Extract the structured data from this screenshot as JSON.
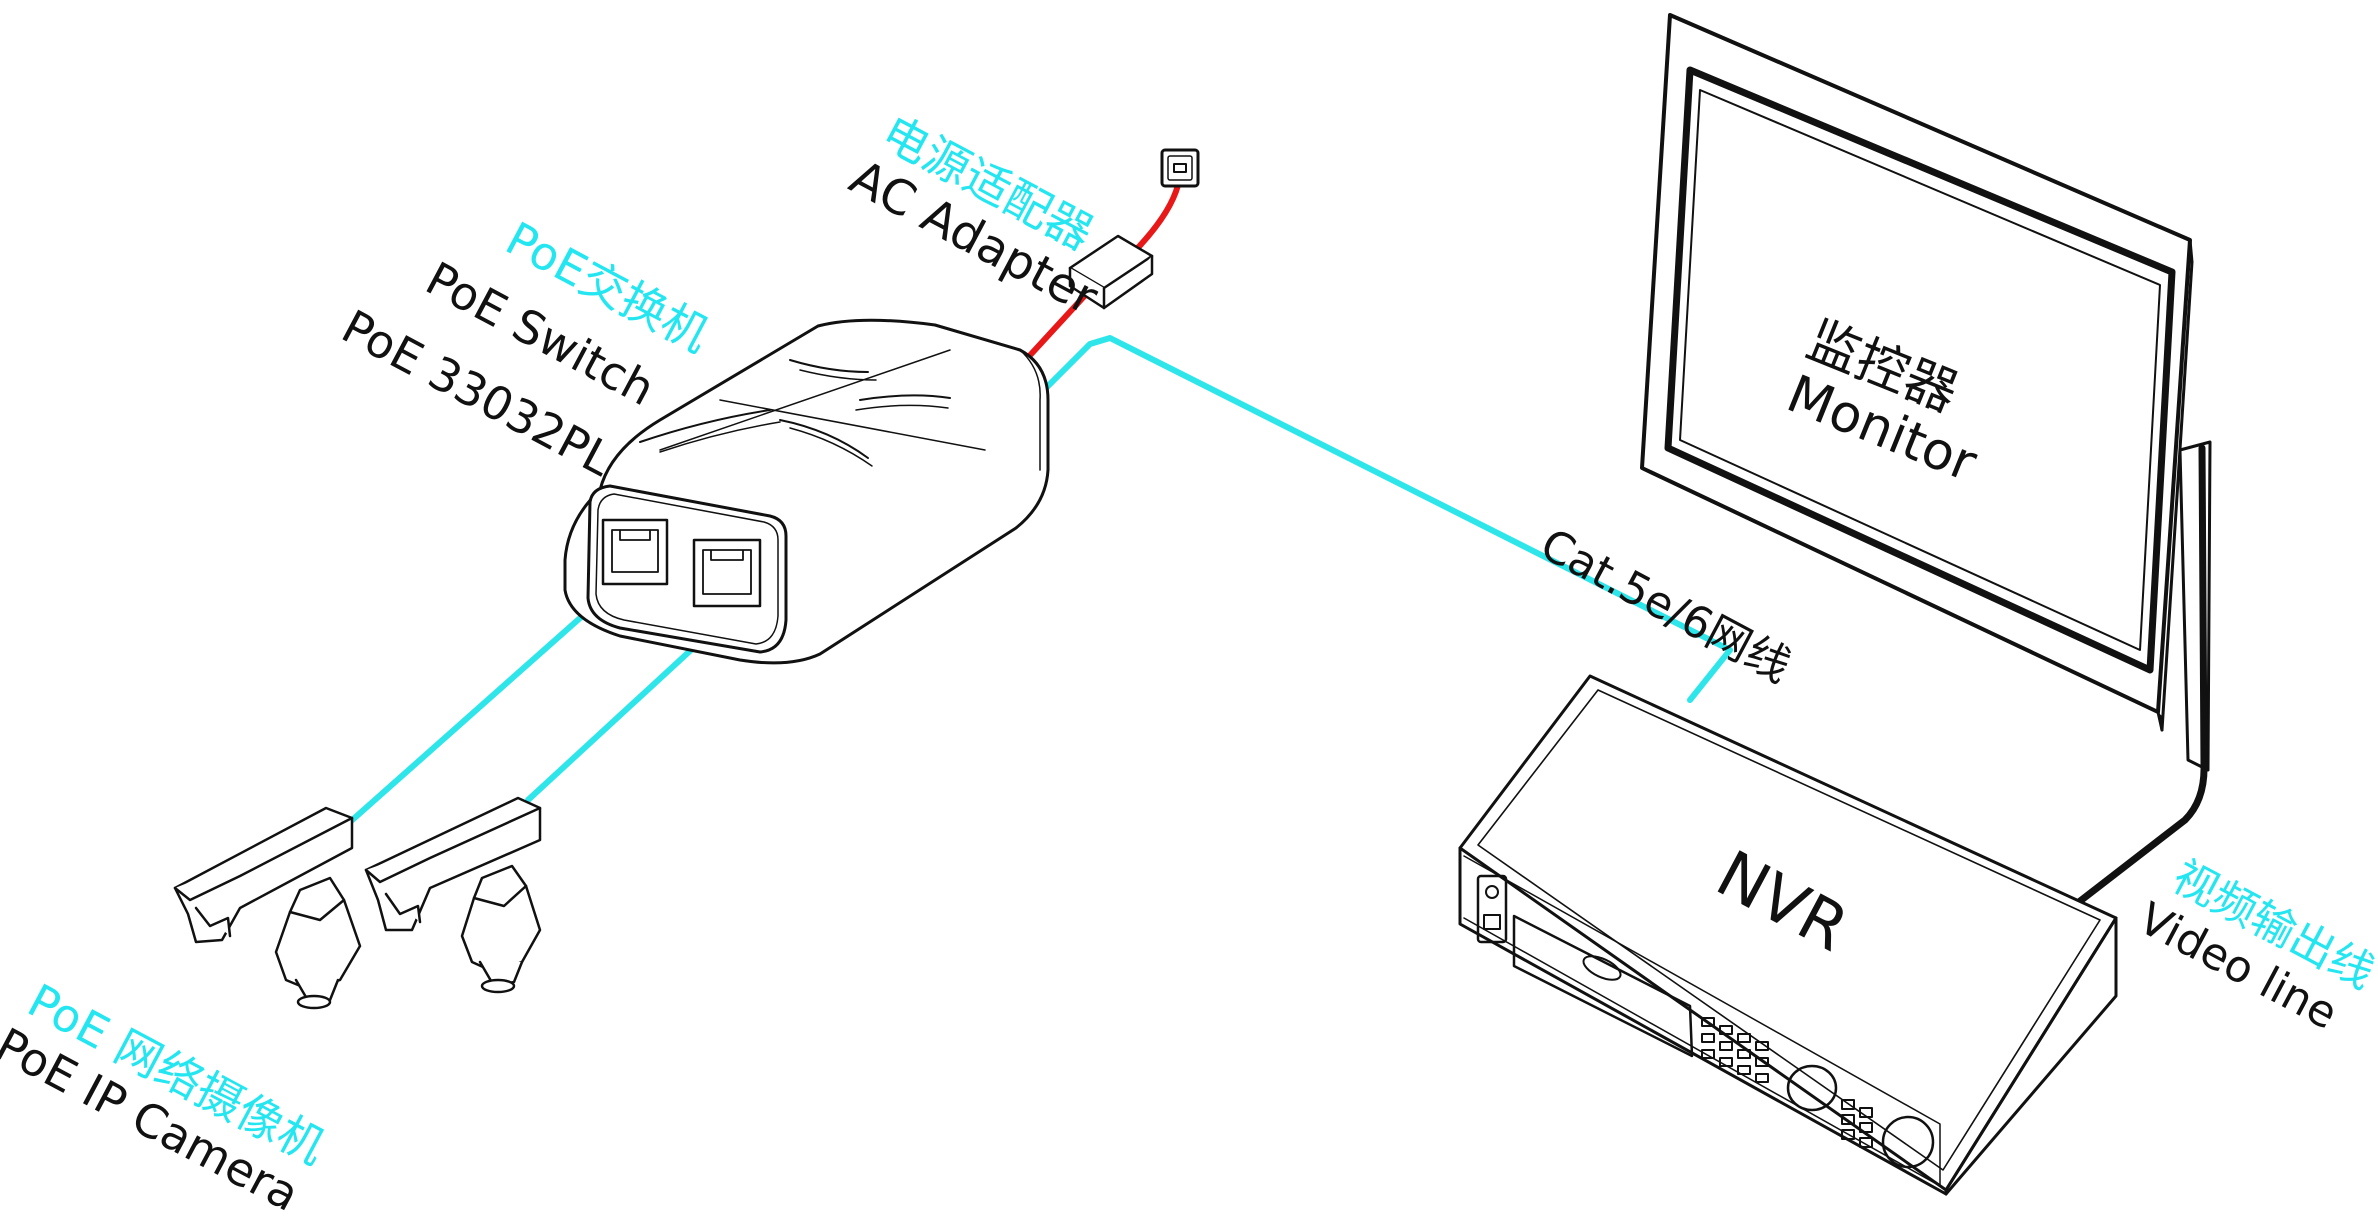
{
  "colors": {
    "cable": "#2ee6ea",
    "power": "#e81818",
    "line": "#111111",
    "label_cn": "#23e6f0"
  },
  "labels": {
    "adapter_cn": "电源适配器",
    "adapter_en": "AC Adapter",
    "switch_cn": "PoE交换机",
    "switch_en": "PoE Switch",
    "switch_model": "PoE 33032PL",
    "camera_cn": "PoE 网络摄像机",
    "camera_en": "PoE IP Camera",
    "monitor_cn": "监控器",
    "monitor_en": "Monitor",
    "cable_label": "Cat.5e/6网线",
    "nvr": "NVR",
    "video_cn": "视频输出线",
    "video_en": "Video line"
  }
}
